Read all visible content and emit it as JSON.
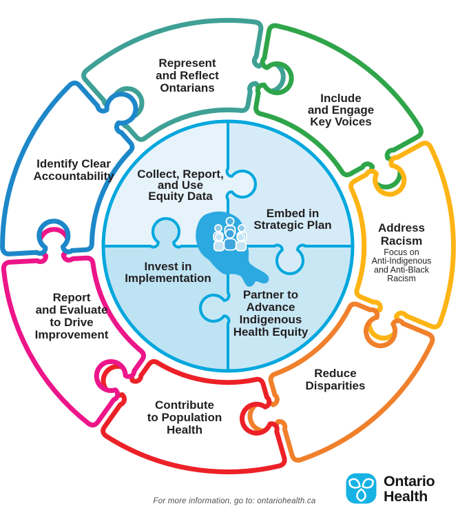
{
  "diagram": {
    "center_circle": {
      "stroke_color": "#00A7DD",
      "map_icon": "ontario-map-icon",
      "people_icon": "people-group-icon",
      "map_color": "#2BA9E0",
      "quadrants": [
        {
          "id": "collect-report-use-equity-data",
          "label": "Collect, Report,\nand Use\nEquity Data",
          "fill": "#E6F3FB"
        },
        {
          "id": "embed-in-strategic-plan",
          "label": "Embed in\nStrategic Plan",
          "fill": "#D5ECF8"
        },
        {
          "id": "partner-to-advance-indigenous-health-equity",
          "label": "Partner to\nAdvance\nIndigenous\nHealth Equity",
          "fill": "#C8E7F5"
        },
        {
          "id": "invest-in-implementation",
          "label": "Invest in\nImplementation",
          "fill": "#BEE3F3"
        }
      ]
    },
    "ring_pieces": [
      {
        "id": "represent-and-reflect-ontarians",
        "label": "Represent\nand Reflect\nOntarians",
        "color": "#3FA096"
      },
      {
        "id": "include-and-engage-key-voices",
        "label": "Include\nand Engage\nKey Voices",
        "color": "#2FA54A"
      },
      {
        "id": "address-racism",
        "label": "Address\nRacism",
        "sublabel": "Focus on\nAnti-Indigenous\nand Anti-Black\nRacism",
        "color": "#FDB414"
      },
      {
        "id": "reduce-disparities",
        "label": "Reduce\nDisparities",
        "color": "#F0802C"
      },
      {
        "id": "contribute-to-population-health",
        "label": "Contribute\nto Population\nHealth",
        "color": "#EC2127"
      },
      {
        "id": "report-and-evaluate-to-drive-improvement",
        "label": "Report\nand Evaluate\nto Drive\nImprovement",
        "color": "#EC1589"
      },
      {
        "id": "identify-clear-accountability",
        "label": "Identify Clear\nAccountability",
        "color": "#1D87C9"
      }
    ],
    "text_color": "#221F20"
  },
  "footer": {
    "note": "For more information, go to: ontariohealth.ca",
    "logo": {
      "icon": "trillium-icon",
      "color": "#16B2E3",
      "line1": "Ontario",
      "line2": "Health"
    }
  }
}
